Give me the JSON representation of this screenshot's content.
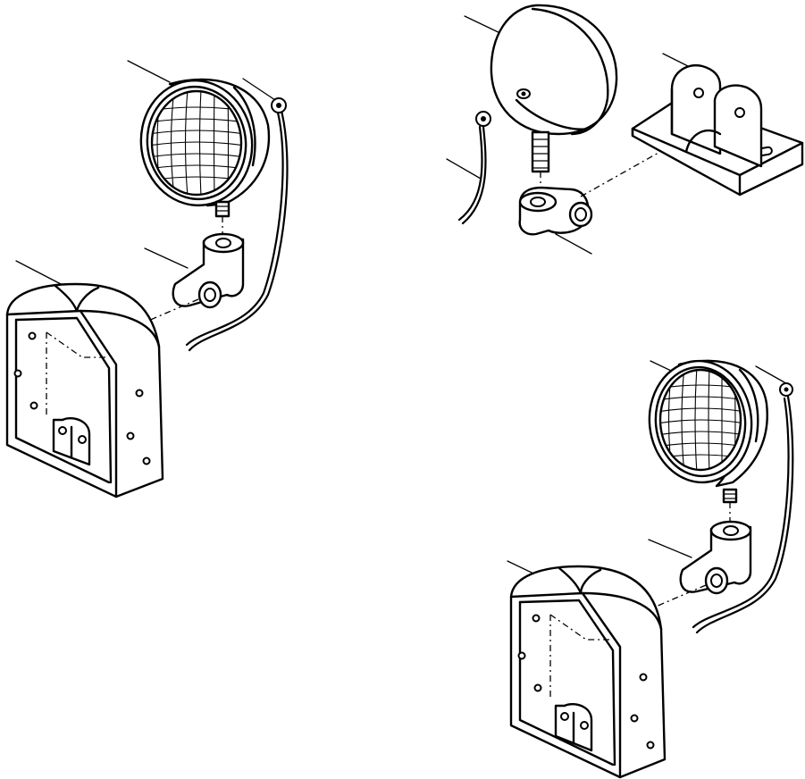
{
  "diagram": {
    "assemblies": [
      {
        "id": "left",
        "parts": [
          "work-lamp",
          "lamp-mount-bracket",
          "lamp-guard",
          "lamp-wire"
        ]
      },
      {
        "id": "top-right",
        "parts": [
          "work-lamp-rear",
          "swivel-bracket",
          "base-bracket",
          "lamp-wire"
        ]
      },
      {
        "id": "right",
        "parts": [
          "work-lamp",
          "lamp-mount-bracket",
          "lamp-guard",
          "lamp-wire"
        ]
      }
    ]
  }
}
